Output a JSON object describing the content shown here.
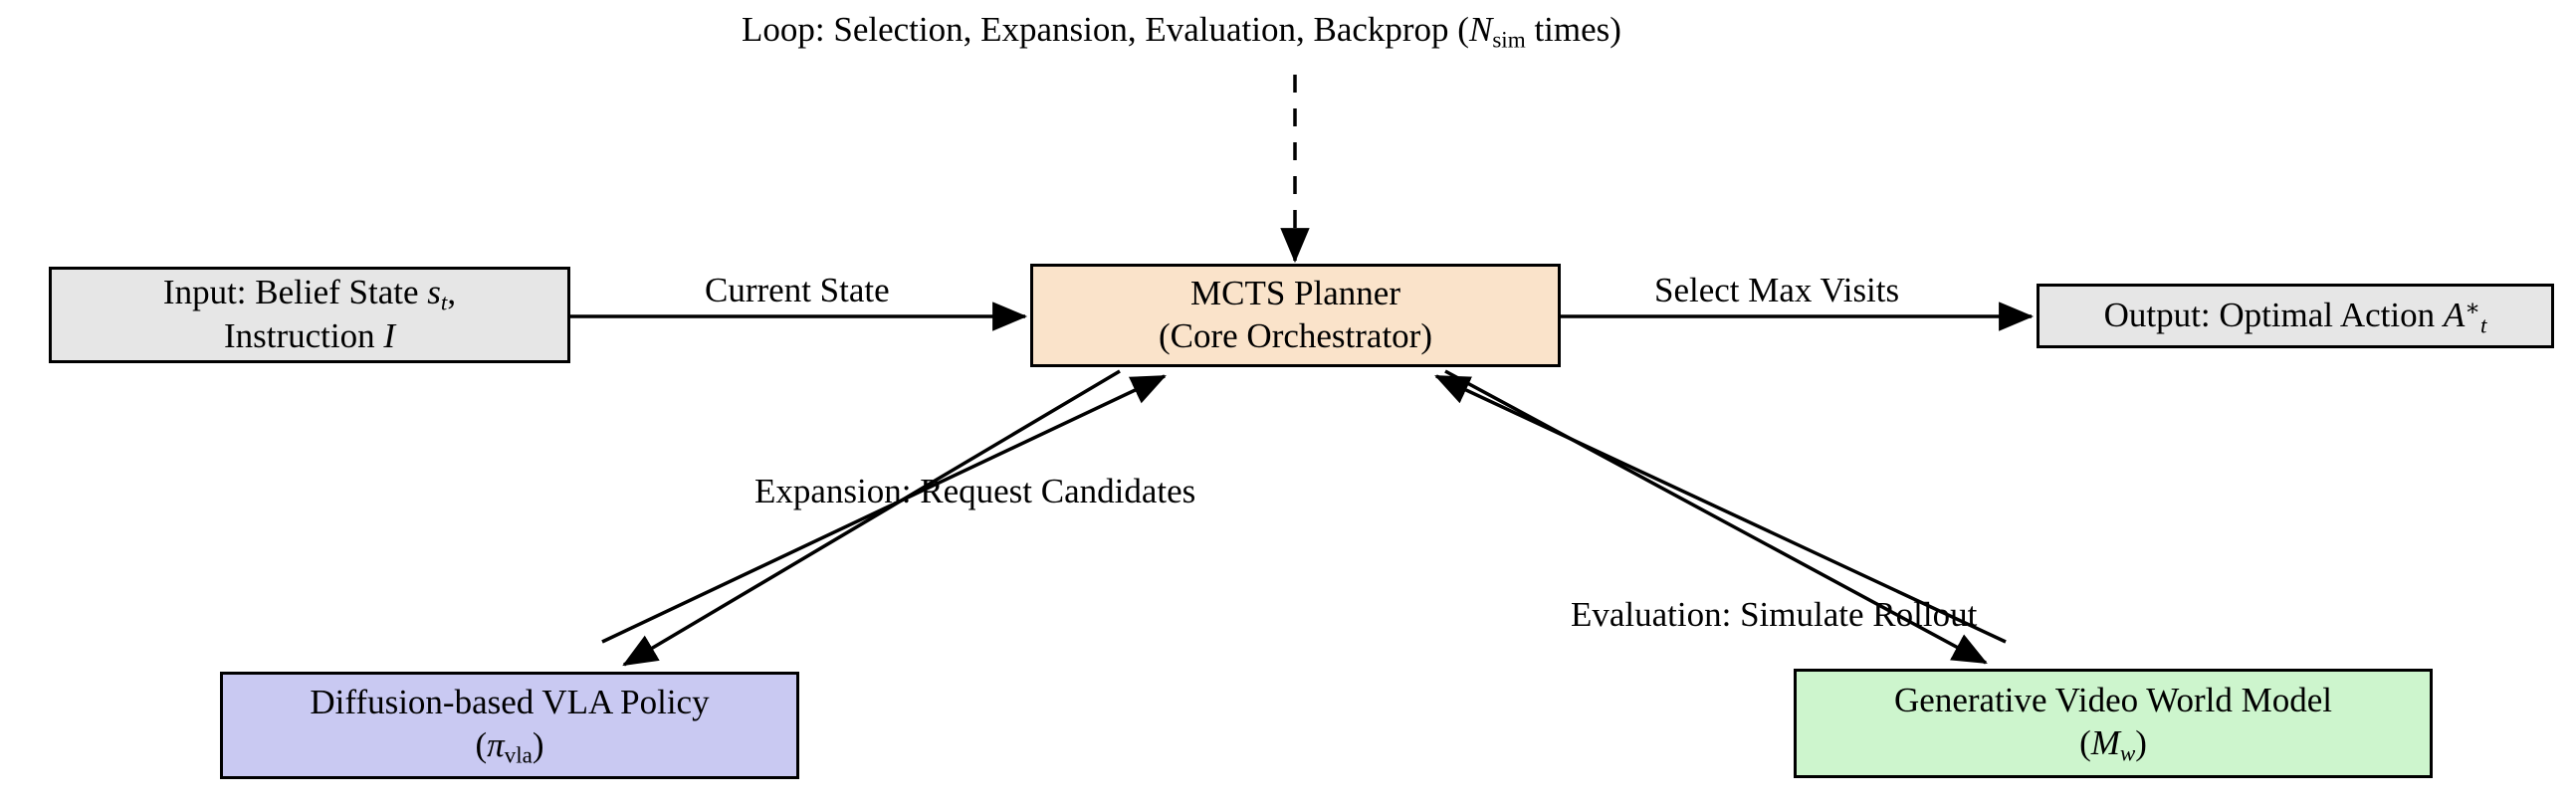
{
  "diagram": {
    "title": "MCTS Planner Orchestration Flow",
    "background": "#ffffff",
    "stroke": "#000000"
  },
  "nodes": {
    "input": {
      "name": "input-belief-state",
      "line1_pre": "Input: Belief State ",
      "line1_var": "s",
      "line1_sub": "t",
      "line1_post": ",",
      "line2_pre": "Instruction ",
      "line2_var": "I",
      "fill": "#e6e6e6"
    },
    "mcts": {
      "name": "mcts-planner",
      "line1": "MCTS Planner",
      "line2": "(Core Orchestrator)",
      "fill": "#fae3ca"
    },
    "output": {
      "name": "output-optimal-action",
      "line1_pre": "Output: Optimal Action ",
      "line1_var": "A",
      "line1_sup": "∗",
      "line1_sub": "t",
      "fill": "#e6e6e6"
    },
    "vla": {
      "name": "diffusion-vla-policy",
      "line1": "Diffusion-based VLA Policy",
      "line2_open": "(",
      "line2_var": "π",
      "line2_sub": "vla",
      "line2_close": ")",
      "fill": "#c9c9f2"
    },
    "world": {
      "name": "generative-video-world-model",
      "line1": "Generative Video World Model",
      "line2_open": "(",
      "line2_var": "M",
      "line2_sub": "w",
      "line2_close": ")",
      "fill": "#cdf5cd"
    }
  },
  "edge_labels": {
    "loop": {
      "pre": "Loop: Selection, Expansion, Evaluation, Backprop (",
      "var": "N",
      "sub": "sim",
      "post": " times)"
    },
    "current_state": "Current State",
    "select_max_visits": "Select Max Visits",
    "expansion": "Expansion: Request Candidates",
    "evaluation": "Evaluation: Simulate Rollout"
  },
  "edges": [
    {
      "name": "edge-loop-to-mcts",
      "from": "loop-label",
      "to": "mcts",
      "style": "dashed",
      "label": "loop"
    },
    {
      "name": "edge-input-to-mcts",
      "from": "input",
      "to": "mcts",
      "style": "solid",
      "label": "current_state"
    },
    {
      "name": "edge-mcts-to-output",
      "from": "mcts",
      "to": "output",
      "style": "solid",
      "label": "select_max_visits"
    },
    {
      "name": "edge-mcts-to-vla",
      "from": "mcts",
      "to": "vla",
      "style": "solid",
      "label": "expansion"
    },
    {
      "name": "edge-vla-to-mcts",
      "from": "vla",
      "to": "mcts",
      "style": "solid",
      "label": "expansion"
    },
    {
      "name": "edge-mcts-to-world",
      "from": "mcts",
      "to": "world",
      "style": "solid",
      "label": "evaluation"
    },
    {
      "name": "edge-world-to-mcts",
      "from": "world",
      "to": "mcts",
      "style": "solid",
      "label": "evaluation"
    }
  ]
}
